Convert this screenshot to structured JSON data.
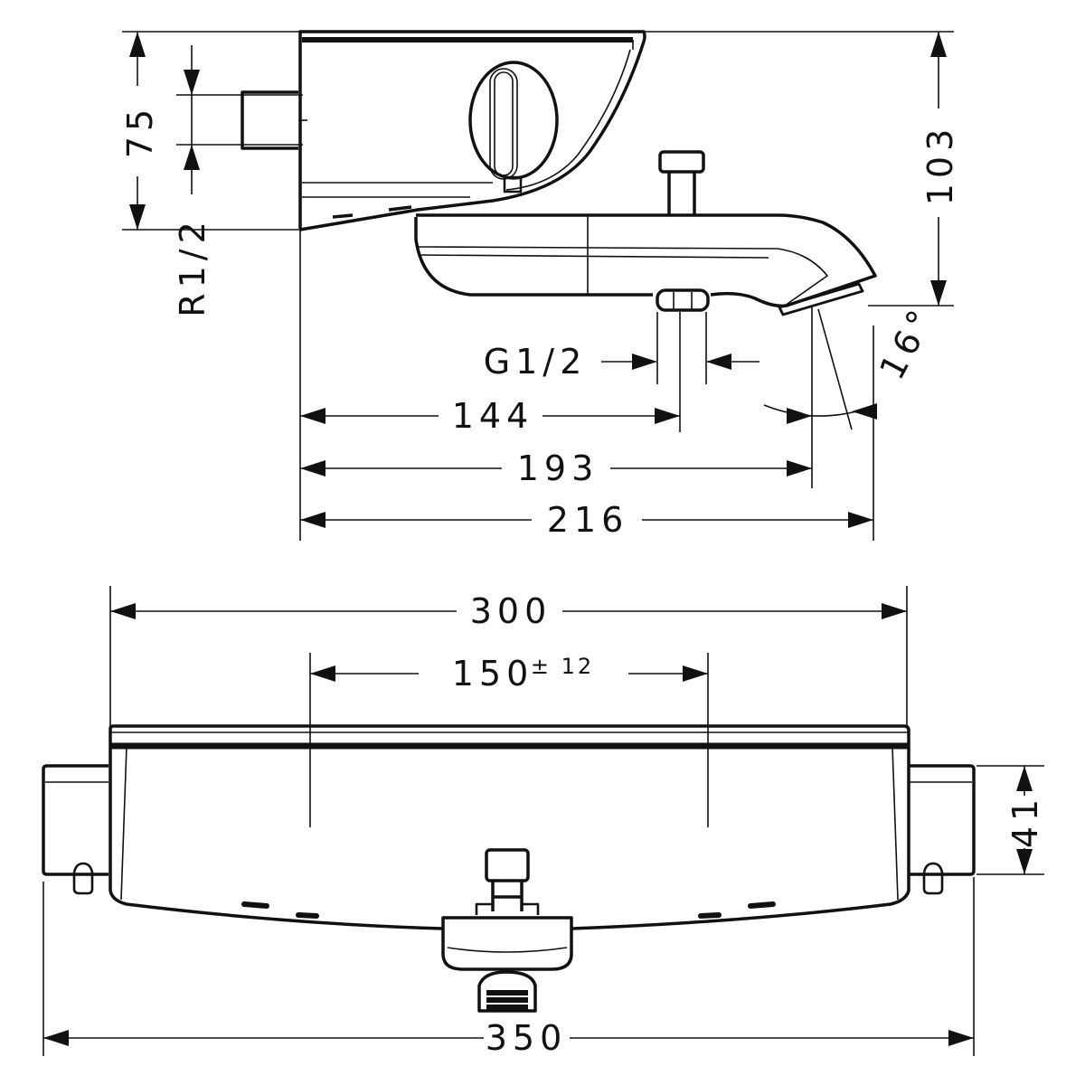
{
  "title": "Bath thermostat dimension drawing",
  "side_view": {
    "dim_height_total": "75",
    "dim_inlet_thread": "R1/2",
    "dim_height_spout": "103",
    "dim_outlet_thread": "G1/2",
    "dim_outlet_distance": "144",
    "dim_spout_tip": "193",
    "dim_depth_total": "216",
    "dim_spout_angle": "16°"
  },
  "front_view": {
    "dim_width_body": "300",
    "dim_inlet_centers": "150",
    "dim_inlet_tolerance": "± 12",
    "dim_inlet_height": "41",
    "dim_width_total": "350"
  },
  "colors": {
    "line": "#111111",
    "background": "#ffffff"
  }
}
